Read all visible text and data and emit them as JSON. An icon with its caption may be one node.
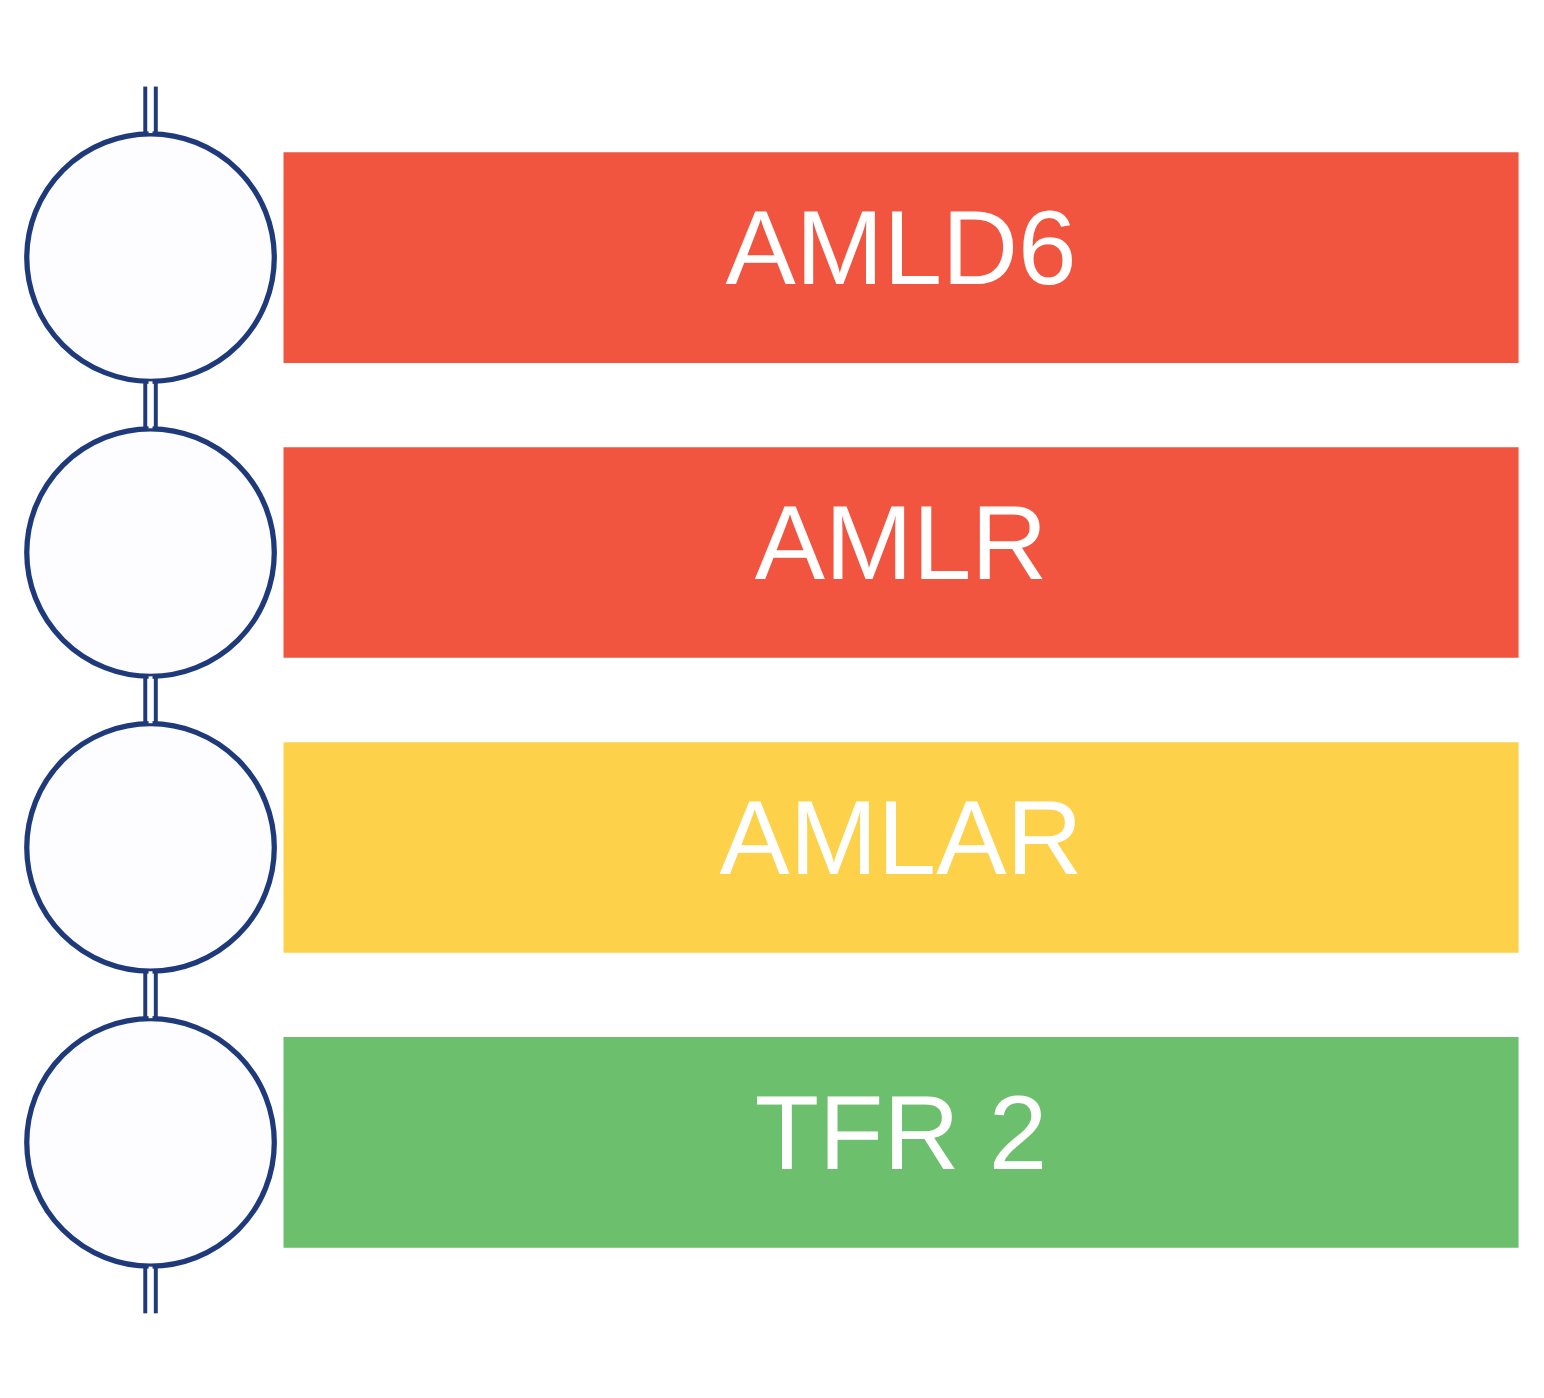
{
  "diagram": {
    "nodes": [
      {
        "text": [],
        "shape": "circle"
      },
      {
        "text": [
          "AMLD6"
        ]
      },
      {
        "text": [],
        "shape": "circle"
      },
      {
        "text": [
          "AMLR"
        ]
      },
      {
        "text": [],
        "shape": "circle"
      },
      {
        "text": [
          "AMLAR"
        ]
      },
      {
        "text": [],
        "shape": "circle"
      },
      {
        "text": [
          "TFR 2"
        ]
      }
    ],
    "edges": [
      {
        "from": null,
        "to": 0,
        "arrow": "none"
      },
      {
        "from": 0,
        "to": 2,
        "arrow": "none"
      },
      {
        "from": 2,
        "to": 4,
        "arrow": "none"
      },
      {
        "from": 4,
        "to": 6,
        "arrow": "none"
      },
      {
        "from": 6,
        "to": null,
        "arrow": "none"
      }
    ]
  }
}
